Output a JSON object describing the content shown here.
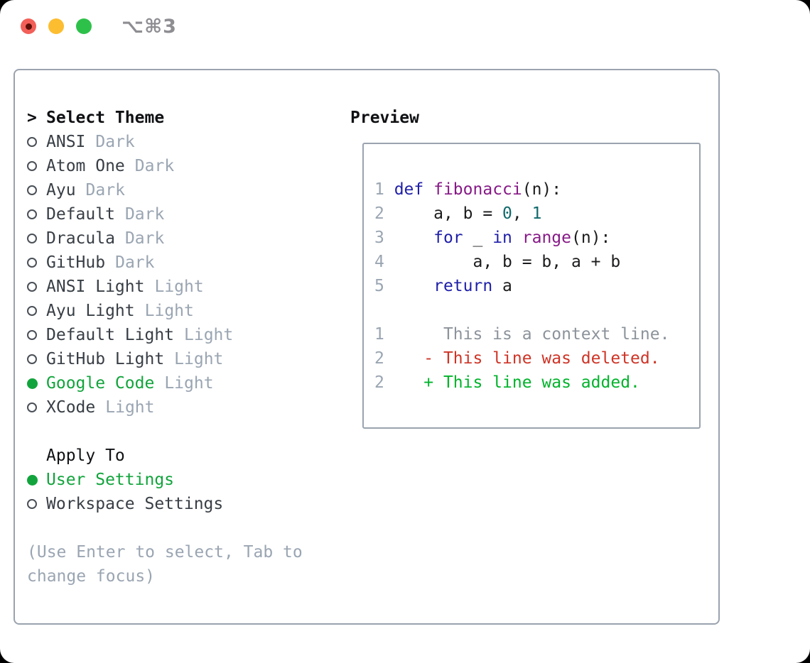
{
  "window": {
    "title": "⌥⌘3"
  },
  "palette": {
    "c-kw": "#1f1fa8",
    "c-fn": "#871a87",
    "c-num": "#11696b",
    "c-pl": "#1c1c1e",
    "c-ln": "#9aa5b2",
    "c-ctx": "#8c939b",
    "c-del": "#ce3426",
    "c-add": "#00b32b",
    "c-green": "#12a43c",
    "c-ring": "#4a5058",
    "c-name": "#383e45",
    "c-tag": "#9aa5b2",
    "c-border": "#9aa3ae",
    "c-header": "#101114",
    "c-title": "#8d8d92",
    "c-red": "#f25f58",
    "c-red-dot": "#5c0f08",
    "c-yellow": "#fcbd30",
    "c-grn": "#2ec14a"
  },
  "theme_picker": {
    "header": {
      "prompt": ">",
      "label": "Select Theme"
    },
    "items": [
      {
        "label": "ANSI",
        "tag": "Dark",
        "selected": false
      },
      {
        "label": "Atom One",
        "tag": "Dark",
        "selected": false
      },
      {
        "label": "Ayu",
        "tag": "Dark",
        "selected": false
      },
      {
        "label": "Default",
        "tag": "Dark",
        "selected": false
      },
      {
        "label": "Dracula",
        "tag": "Dark",
        "selected": false
      },
      {
        "label": "GitHub",
        "tag": "Dark",
        "selected": false
      },
      {
        "label": "ANSI Light",
        "tag": "Light",
        "selected": false
      },
      {
        "label": "Ayu Light",
        "tag": "Light",
        "selected": false
      },
      {
        "label": "Default Light",
        "tag": "Light",
        "selected": false
      },
      {
        "label": "GitHub Light",
        "tag": "Light",
        "selected": false
      },
      {
        "label": "Google Code",
        "tag": "Light",
        "selected": true
      },
      {
        "label": "XCode",
        "tag": "Light",
        "selected": false
      }
    ],
    "apply_to": {
      "label": "Apply To",
      "options": [
        {
          "label": "User Settings",
          "selected": true
        },
        {
          "label": "Workspace Settings",
          "selected": false
        }
      ]
    },
    "help": {
      "lines": [
        "(Use Enter to select, Tab to",
        "change focus)"
      ]
    }
  },
  "preview": {
    "label": "Preview",
    "lines": [
      [
        {
          "t": "1 ",
          "c": "ln"
        },
        {
          "t": "def",
          "c": "kw"
        },
        {
          "t": " ",
          "c": "pl"
        },
        {
          "t": "fibonacci",
          "c": "fn"
        },
        {
          "t": "(n):",
          "c": "pl"
        }
      ],
      [
        {
          "t": "2 ",
          "c": "ln"
        },
        {
          "t": "    a, b = ",
          "c": "pl"
        },
        {
          "t": "0",
          "c": "num"
        },
        {
          "t": ", ",
          "c": "pl"
        },
        {
          "t": "1",
          "c": "num"
        }
      ],
      [
        {
          "t": "3 ",
          "c": "ln"
        },
        {
          "t": "    ",
          "c": "pl"
        },
        {
          "t": "for",
          "c": "kw"
        },
        {
          "t": " _ ",
          "c": "pl"
        },
        {
          "t": "in",
          "c": "kw"
        },
        {
          "t": " ",
          "c": "pl"
        },
        {
          "t": "range",
          "c": "fn"
        },
        {
          "t": "(n):",
          "c": "pl"
        }
      ],
      [
        {
          "t": "4 ",
          "c": "ln"
        },
        {
          "t": "        a, b = b, a + b",
          "c": "pl"
        }
      ],
      [
        {
          "t": "5 ",
          "c": "ln"
        },
        {
          "t": "    ",
          "c": "pl"
        },
        {
          "t": "return",
          "c": "kw"
        },
        {
          "t": " a",
          "c": "pl"
        }
      ],
      [],
      [
        {
          "t": "1 ",
          "c": "ln"
        },
        {
          "t": "     This is a context line.",
          "c": "ctx"
        }
      ],
      [
        {
          "t": "2 ",
          "c": "ln"
        },
        {
          "t": "   - This line was deleted.",
          "c": "del"
        }
      ],
      [
        {
          "t": "2 ",
          "c": "ln"
        },
        {
          "t": "   + This line was added.",
          "c": "add"
        }
      ]
    ]
  }
}
